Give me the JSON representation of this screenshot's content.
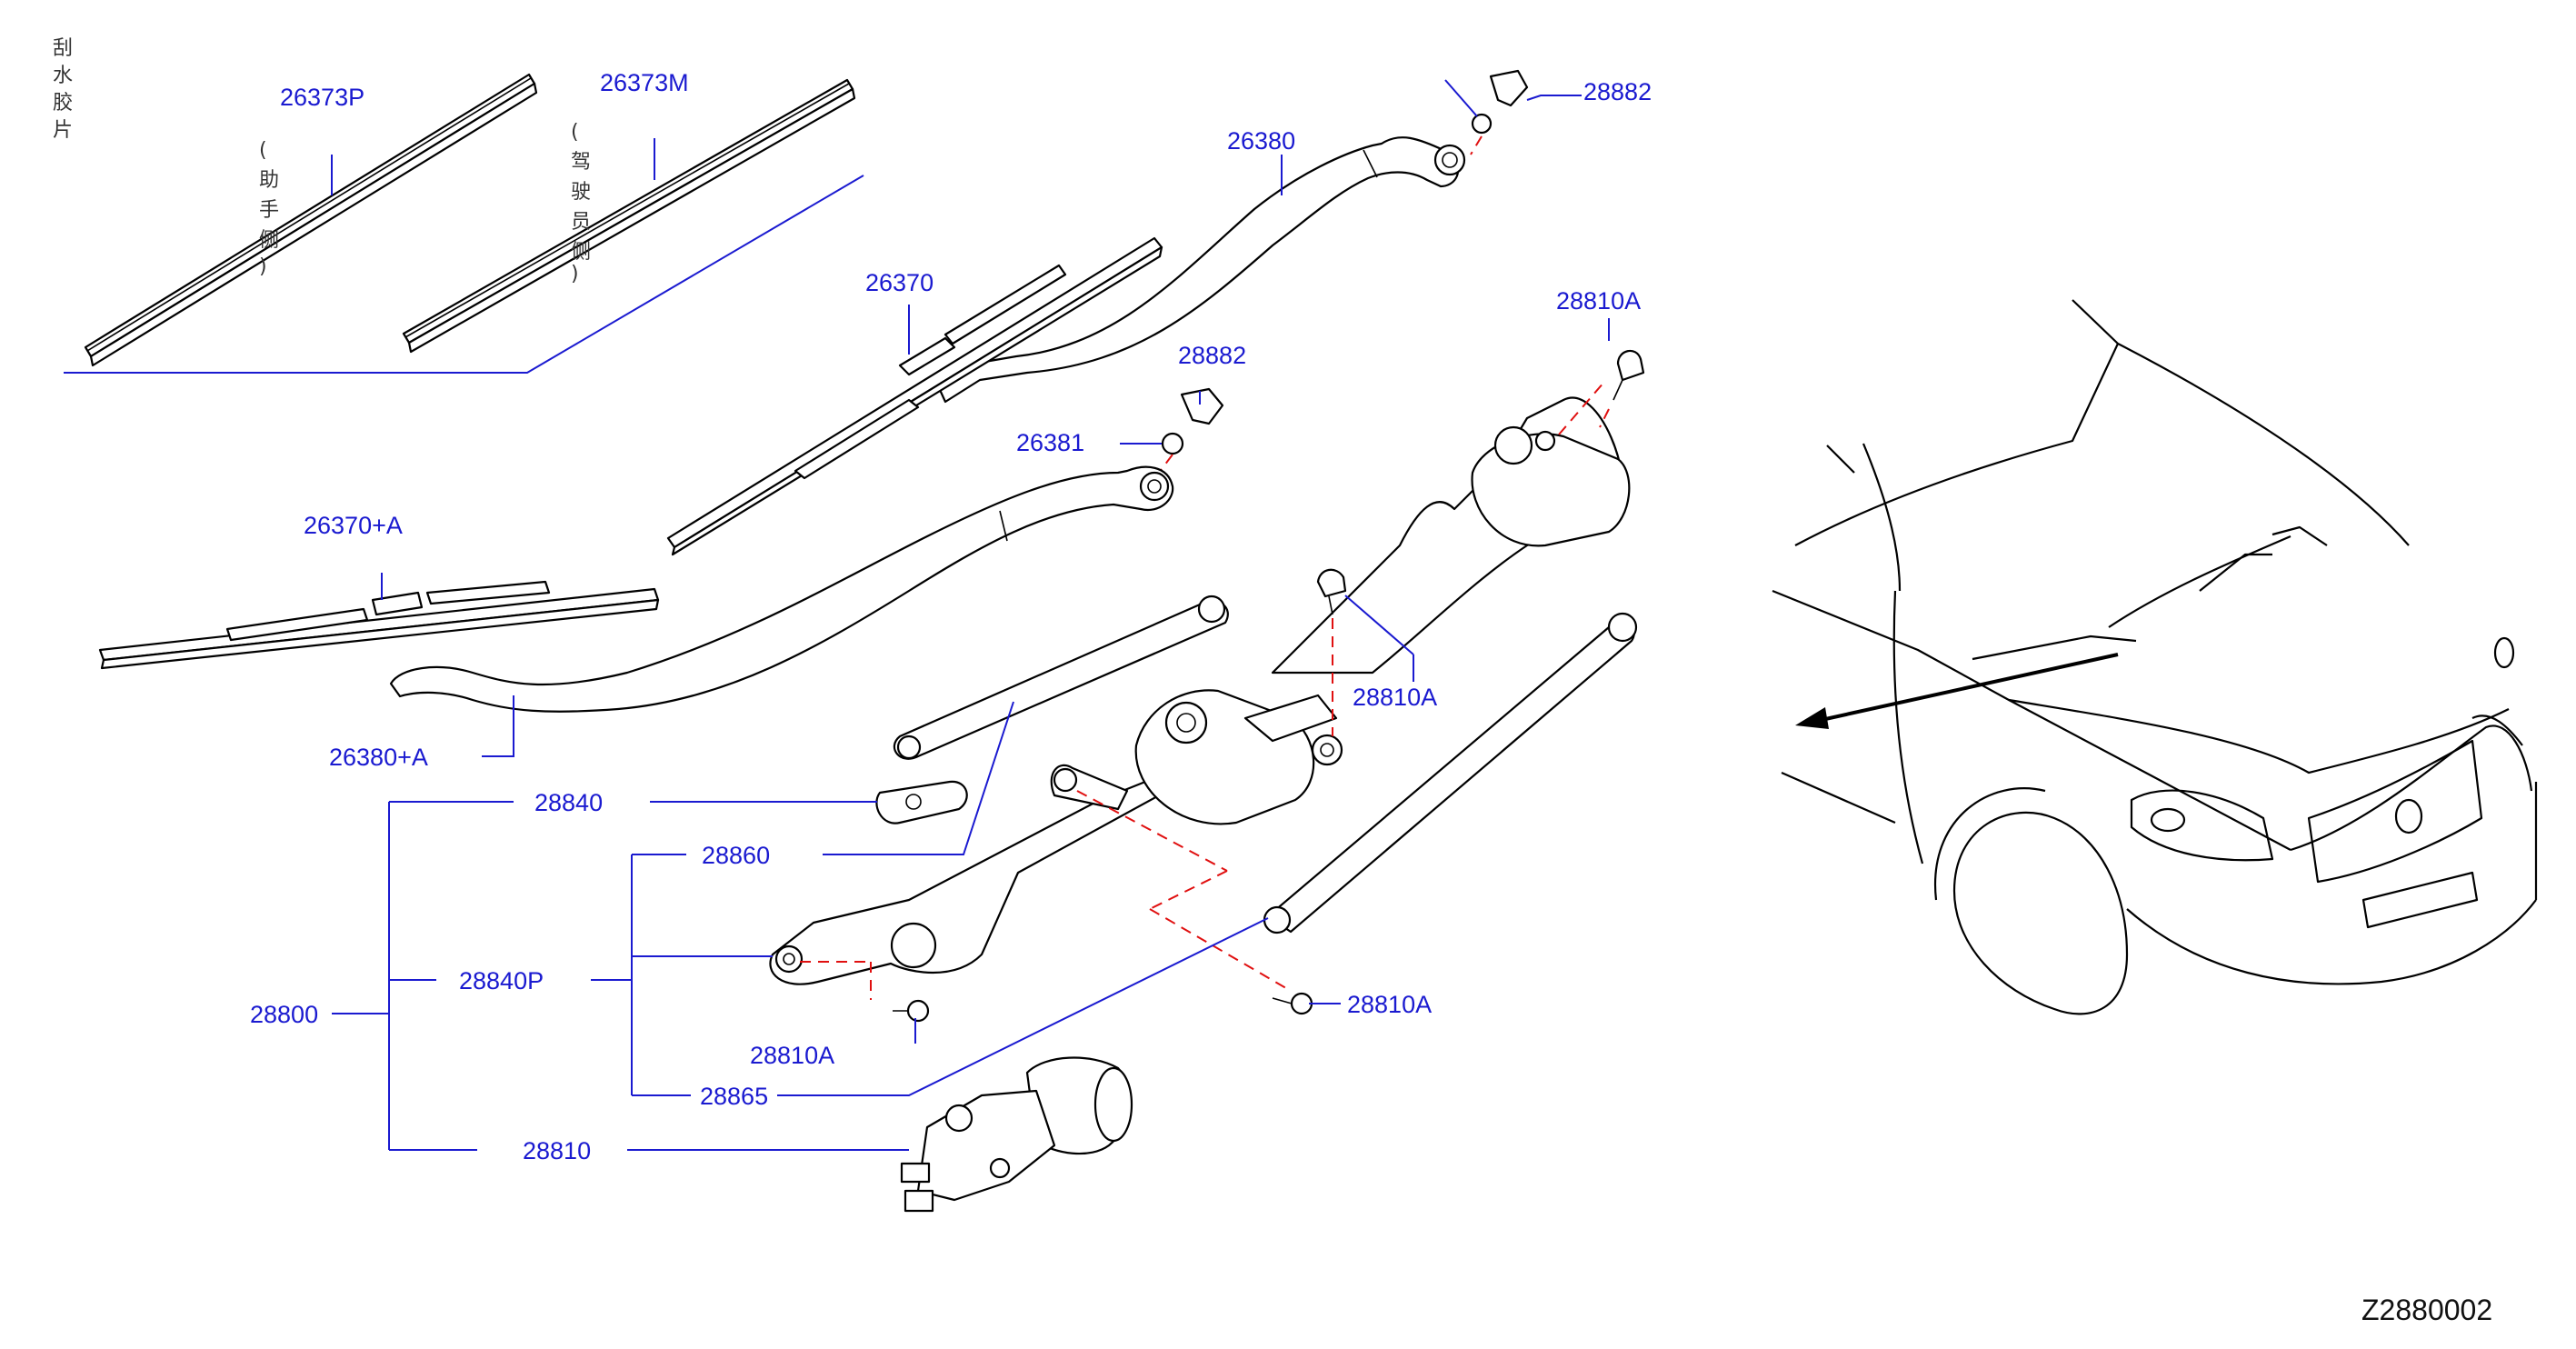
{
  "diagram": {
    "side_caption": [
      "刮",
      "水",
      "胶",
      "片"
    ],
    "assistant_side": [
      "(",
      "助",
      "手",
      "侧",
      ")"
    ],
    "driver_side": [
      "(",
      "驾",
      "驶",
      "员",
      "侧",
      ")"
    ],
    "callouts": {
      "p26373P": "26373P",
      "p26373M": "26373M",
      "p26380": "26380",
      "p28882_top": "28882",
      "p26370": "26370",
      "p28882_mid": "28882",
      "p28810A_top": "28810A",
      "p26381": "26381",
      "p26370A": "26370+A",
      "p28810A_mid": "28810A",
      "p26380A": "26380+A",
      "p28840": "28840",
      "p28860": "28860",
      "p28800": "28800",
      "p28840P": "28840P",
      "p28810A_right": "28810A",
      "p28810A_low": "28810A",
      "p28865": "28865",
      "p28810": "28810"
    },
    "diagram_code": "Z2880002"
  }
}
